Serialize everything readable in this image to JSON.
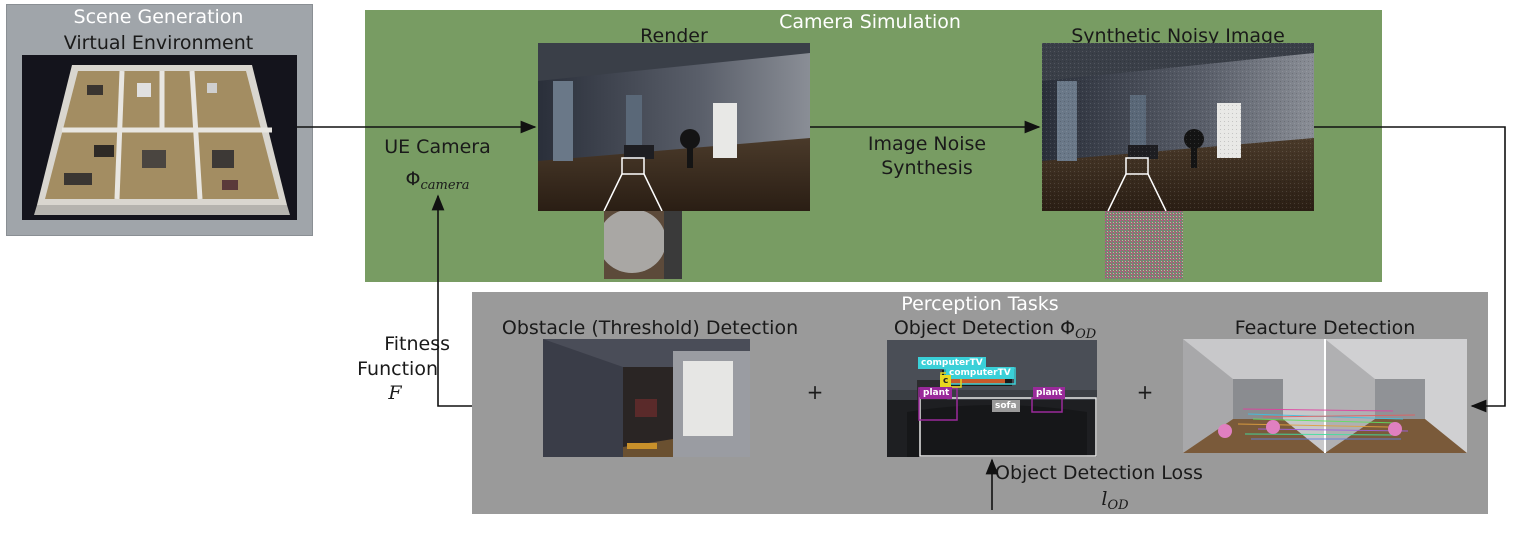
{
  "scene": {
    "title": "Scene Generation",
    "subtitle": "Virtual Environment"
  },
  "camera_sim": {
    "title": "Camera Simulation",
    "render_label": "Render",
    "noisy_label": "Synthetic Noisy Image",
    "ue_camera_label": "UE Camera",
    "phi_symbol": "Φ",
    "phi_subscript": "camera",
    "noise_label_line1": "Image Noise",
    "noise_label_line2": "Synthesis"
  },
  "perception": {
    "title": "Perception Tasks",
    "obstacle_label": "Obstacle (Threshold) Detection",
    "object_label": "Object Detection Φ",
    "object_sub": "OD",
    "feature_label": "Feacture Detection",
    "plus1": "+",
    "plus2": "+",
    "od_loss_label": "Object Detection Loss",
    "od_loss_symbol": "l",
    "od_loss_sub": "OD",
    "detections": {
      "tag1": "computerTV",
      "tag2": "computerTV",
      "tag3": "c",
      "tag4": "plant",
      "tag5": "plant",
      "tag6": "sofa"
    }
  },
  "fitness": {
    "line1": "Fitness",
    "line2": "Function",
    "symbol": "F"
  },
  "colors": {
    "camera_green": "#789c63",
    "perception_gray": "#9a9a9a",
    "scene_gray": "#a0a5aa"
  }
}
